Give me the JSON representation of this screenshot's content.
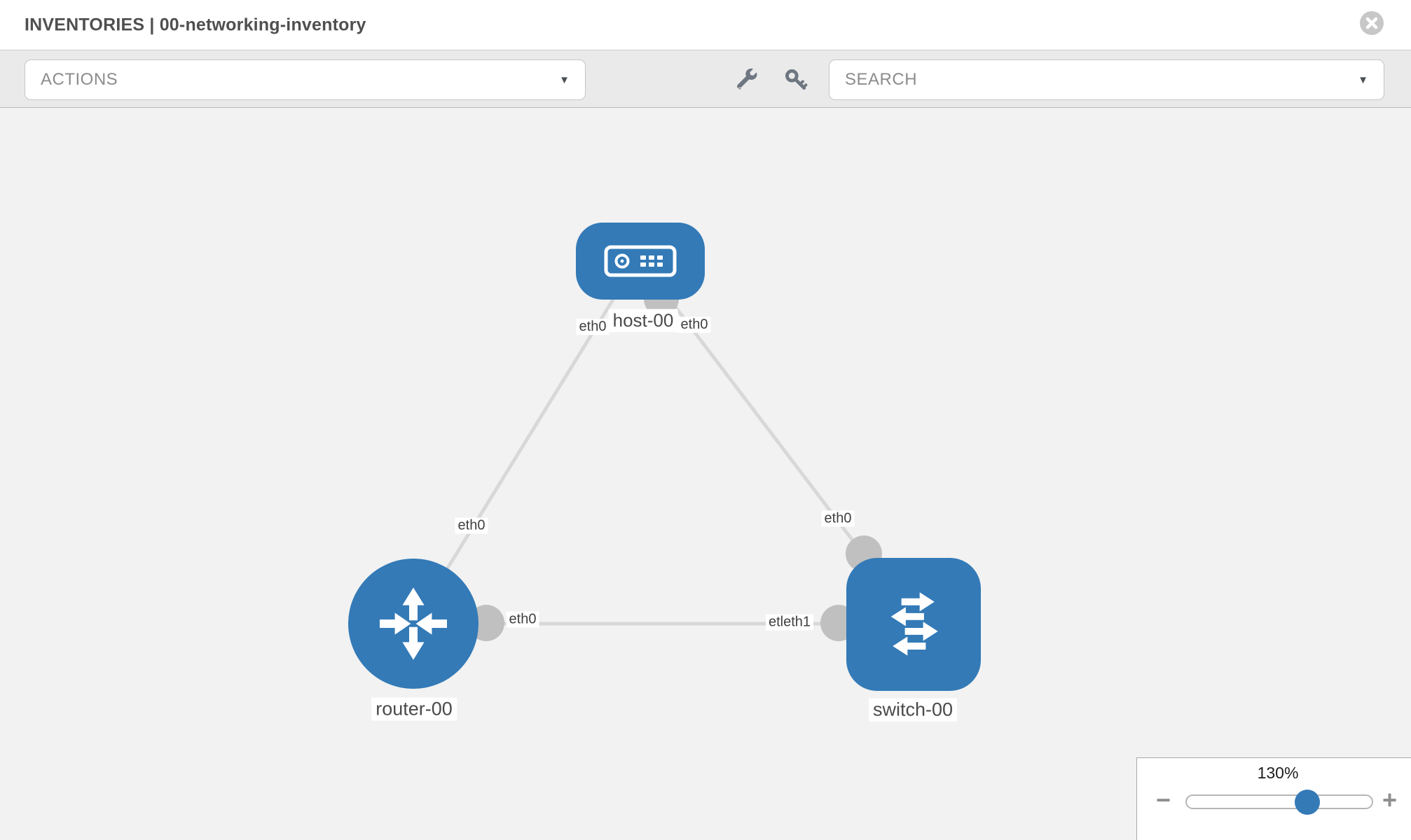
{
  "header": {
    "title": "INVENTORIES | 00-networking-inventory"
  },
  "toolbar": {
    "actions_label": "ACTIONS",
    "search_label": "SEARCH",
    "caret": "▼"
  },
  "canvas": {
    "nodes": [
      {
        "label": "host-00",
        "type": "host"
      },
      {
        "label": "router-00",
        "type": "router"
      },
      {
        "label": "switch-00",
        "type": "switch"
      }
    ],
    "links": [
      {
        "from": "router-00",
        "to": "host-00"
      },
      {
        "from": "host-00",
        "to": "switch-00"
      },
      {
        "from": "router-00",
        "to": "switch-00"
      }
    ],
    "interface_labels": [
      {
        "text": "eth0",
        "position": "host-left"
      },
      {
        "text": "eth0",
        "position": "host-right"
      },
      {
        "text": "eth0",
        "position": "link-router-host"
      },
      {
        "text": "eth0",
        "position": "link-host-switch"
      },
      {
        "text": "eth0",
        "position": "router-right"
      },
      {
        "text": "etleth1",
        "position": "switch-left"
      }
    ]
  },
  "zoom_panel": {
    "level": "130%",
    "minus_label": "−",
    "plus_label": "+"
  },
  "colors": {
    "node_blue": "#337ab7",
    "link_gray": "#d8d8d8",
    "interface_gray": "#c0c0c0",
    "toolbar_bg": "#eaeaea",
    "canvas_bg": "#f2f2f2"
  }
}
